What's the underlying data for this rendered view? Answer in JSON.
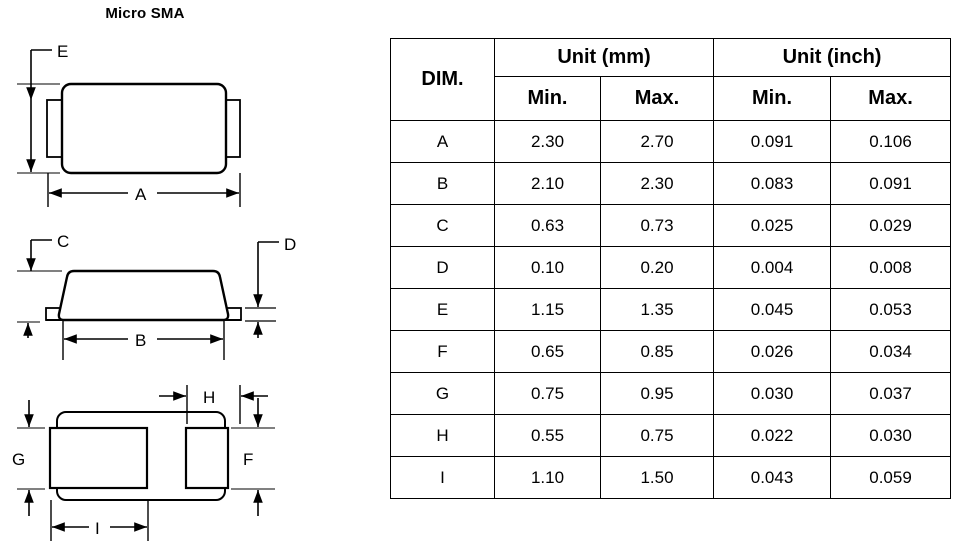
{
  "package": {
    "title": "Micro SMA"
  },
  "drawings": {
    "top_view": {
      "name": "top-view",
      "dimension_labels": [
        "E",
        "A"
      ]
    },
    "side_view": {
      "name": "side-view",
      "dimension_labels": [
        "C",
        "D",
        "B"
      ]
    },
    "bottom_view": {
      "name": "bottom-view",
      "dimension_labels": [
        "H",
        "G",
        "F",
        "I"
      ]
    }
  },
  "table": {
    "header": {
      "dim": "DIM.",
      "unit_mm": "Unit (mm)",
      "unit_inch": "Unit (inch)",
      "mm_min": "Min.",
      "mm_max": "Max.",
      "inch_min": "Min.",
      "inch_max": "Max."
    },
    "rows": [
      {
        "dim": "A",
        "mm_min": "2.30",
        "mm_max": "2.70",
        "inch_min": "0.091",
        "inch_max": "0.106"
      },
      {
        "dim": "B",
        "mm_min": "2.10",
        "mm_max": "2.30",
        "inch_min": "0.083",
        "inch_max": "0.091"
      },
      {
        "dim": "C",
        "mm_min": "0.63",
        "mm_max": "0.73",
        "inch_min": "0.025",
        "inch_max": "0.029"
      },
      {
        "dim": "D",
        "mm_min": "0.10",
        "mm_max": "0.20",
        "inch_min": "0.004",
        "inch_max": "0.008"
      },
      {
        "dim": "E",
        "mm_min": "1.15",
        "mm_max": "1.35",
        "inch_min": "0.045",
        "inch_max": "0.053"
      },
      {
        "dim": "F",
        "mm_min": "0.65",
        "mm_max": "0.85",
        "inch_min": "0.026",
        "inch_max": "0.034"
      },
      {
        "dim": "G",
        "mm_min": "0.75",
        "mm_max": "0.95",
        "inch_min": "0.030",
        "inch_max": "0.037"
      },
      {
        "dim": "H",
        "mm_min": "0.55",
        "mm_max": "0.75",
        "inch_min": "0.022",
        "inch_max": "0.030"
      },
      {
        "dim": "I",
        "mm_min": "1.10",
        "mm_max": "1.50",
        "inch_min": "0.043",
        "inch_max": "0.059"
      }
    ]
  },
  "labels": {
    "E": "E",
    "A": "A",
    "C": "C",
    "D": "D",
    "B": "B",
    "H": "H",
    "G": "G",
    "F": "F",
    "I": "I"
  },
  "colors": {
    "line": "#000000",
    "background": "#ffffff",
    "text": "#000000"
  }
}
